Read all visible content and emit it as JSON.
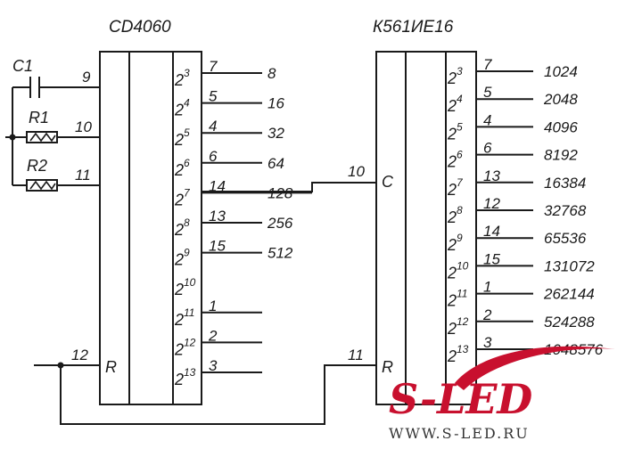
{
  "chip1": {
    "title": "CD4060",
    "inputs": [
      {
        "pin": "9",
        "label": ""
      },
      {
        "pin": "10",
        "label": ""
      },
      {
        "pin": "11",
        "label": ""
      },
      {
        "pin": "12",
        "label": "R"
      }
    ],
    "outputs": [
      {
        "exp": "3",
        "pin": "7",
        "value": "8"
      },
      {
        "exp": "4",
        "pin": "5",
        "value": "16"
      },
      {
        "exp": "5",
        "pin": "4",
        "value": "32"
      },
      {
        "exp": "6",
        "pin": "6",
        "value": "64"
      },
      {
        "exp": "7",
        "pin": "14",
        "value": "128"
      },
      {
        "exp": "8",
        "pin": "13",
        "value": "256"
      },
      {
        "exp": "9",
        "pin": "15",
        "value": "512"
      },
      {
        "exp": "10",
        "pin": "",
        "value": ""
      },
      {
        "exp": "11",
        "pin": "1",
        "value": ""
      },
      {
        "exp": "12",
        "pin": "2",
        "value": ""
      },
      {
        "exp": "13",
        "pin": "3",
        "value": ""
      }
    ]
  },
  "chip2": {
    "title": "К561ИЕ16",
    "inputs": [
      {
        "pin": "10",
        "label": "C"
      },
      {
        "pin": "11",
        "label": "R"
      }
    ],
    "outputs": [
      {
        "exp": "3",
        "pin": "7",
        "value": "1024"
      },
      {
        "exp": "4",
        "pin": "5",
        "value": "2048"
      },
      {
        "exp": "5",
        "pin": "4",
        "value": "4096"
      },
      {
        "exp": "6",
        "pin": "6",
        "value": "8192"
      },
      {
        "exp": "7",
        "pin": "13",
        "value": "16384"
      },
      {
        "exp": "8",
        "pin": "12",
        "value": "32768"
      },
      {
        "exp": "9",
        "pin": "14",
        "value": "65536"
      },
      {
        "exp": "10",
        "pin": "15",
        "value": "131072"
      },
      {
        "exp": "11",
        "pin": "1",
        "value": "262144"
      },
      {
        "exp": "12",
        "pin": "2",
        "value": "524288"
      },
      {
        "exp": "13",
        "pin": "3",
        "value": "1048576"
      }
    ]
  },
  "components": {
    "c1": "C1",
    "r1": "R1",
    "r2": "R2"
  },
  "watermark": {
    "brand": "S-LED",
    "url": "WWW.S-LED.RU",
    "color": "#c8102e"
  }
}
